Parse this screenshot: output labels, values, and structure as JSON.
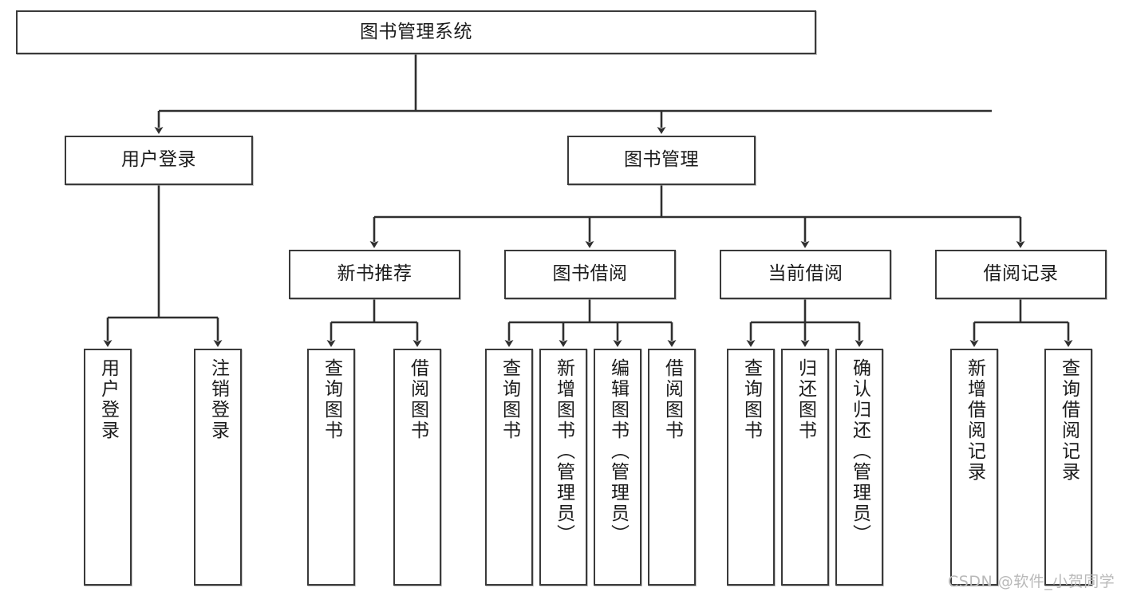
{
  "diagram": {
    "title": "图书管理系统",
    "type": "tree-hierarchy-chart",
    "root": {
      "label": "图书管理系统"
    },
    "level2": [
      {
        "label": "用户登录"
      },
      {
        "label": "图书管理"
      }
    ],
    "level3": [
      {
        "label": "新书推荐"
      },
      {
        "label": "图书借阅"
      },
      {
        "label": "当前借阅"
      },
      {
        "label": "借阅记录"
      }
    ],
    "leaves": [
      {
        "label": "用户登录"
      },
      {
        "label": "注销登录"
      },
      {
        "label": "查询图书"
      },
      {
        "label": "借阅图书"
      },
      {
        "label": "查询图书"
      },
      {
        "label": "新增图书（管理员）"
      },
      {
        "label": "编辑图书（管理员）"
      },
      {
        "label": "借阅图书"
      },
      {
        "label": "查询图书"
      },
      {
        "label": "归还图书"
      },
      {
        "label": "确认归还（管理员）"
      },
      {
        "label": "新增借阅记录"
      },
      {
        "label": "查询借阅记录"
      }
    ]
  },
  "watermark": {
    "text": "CSDN @软件_小贺同学"
  },
  "colors": {
    "background": "#ffffff",
    "border": "#3a3a3a",
    "text": "#1b1b1b",
    "watermark": "#b9b9b9",
    "edge": "#2f2f2f"
  }
}
